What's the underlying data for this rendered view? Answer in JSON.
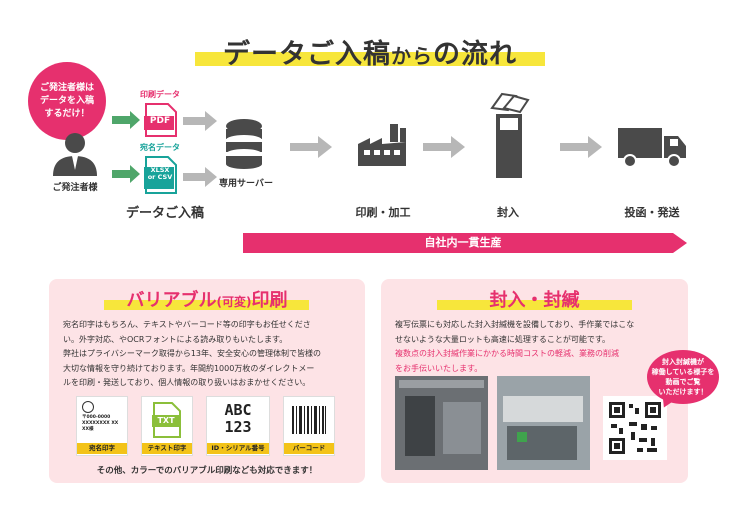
{
  "title": {
    "main": "データご入稿",
    "mid": "から",
    "tail": "の流れ"
  },
  "bubble": {
    "line1": "ご発注者様は",
    "line2": "データを入稿",
    "line3": "するだけ！"
  },
  "flow": {
    "customer_label": "ご発注者様",
    "print_data_label": "印刷データ",
    "pdf_label": "PDF",
    "address_data_label": "宛名データ",
    "xlsx_label": "XLSX",
    "or_label": "or",
    "csv_label": "CSV",
    "server_label": "専用サーバー",
    "data_submit_label": "データご入稿",
    "print_label": "印刷・加工",
    "enclose_label": "封入",
    "ship_label": "投函・発送",
    "band_label": "自社内一貫生産"
  },
  "variable_panel": {
    "title_a": "バリアブル",
    "title_paren": "(可変)",
    "title_b": "印刷",
    "para1": "宛名印字はもちろん、テキストやバーコード等の印字もお任せくださ",
    "para2": "い。外字対応、やOCRフォントによる読み取りもいたします。",
    "para3": "弊社はプライバシーマーク取得から13年、安全安心の管理体制で皆様の",
    "para4": "大切な情報を守り続けております。年間約1000万枚のダイレクトメー",
    "para5": "ルを印刷・発送しており、個人情報の取り扱いはおまかせください。",
    "cards": [
      {
        "caption": "宛名印字",
        "sample": "〒000-0000 XXXXXXXX XX XX様"
      },
      {
        "caption": "テキスト印字",
        "sample": "TXT"
      },
      {
        "caption": "ID・シリアル番号",
        "sample1": "ABC",
        "sample2": "123"
      },
      {
        "caption": "バーコード",
        "sample": ""
      }
    ],
    "footer": "その他、カラーでのバリアブル印刷なども対応できます！"
  },
  "enclose_panel": {
    "title": "封入・封緘",
    "para1": "複写伝票にも対応した封入封緘機を設備しており、手作業ではこな",
    "para2": "せないような大量ロットも高速に処理することが可能です。",
    "para3": "複数点の封入封緘作業にかかる時間コストの軽減、業務の削減",
    "para4": "をお手伝いいたします。",
    "bubble1": "封入封緘機が",
    "bubble2": "稼働している様子を",
    "bubble3": "動画でご覧",
    "bubble4": "いただけます！"
  },
  "colors": {
    "accent": "#e6306e",
    "highlight": "#f7e63b",
    "panel_bg": "#fde3e6",
    "icon_gray": "#4a4a4a",
    "arrow_gray": "#b7b7b7"
  }
}
